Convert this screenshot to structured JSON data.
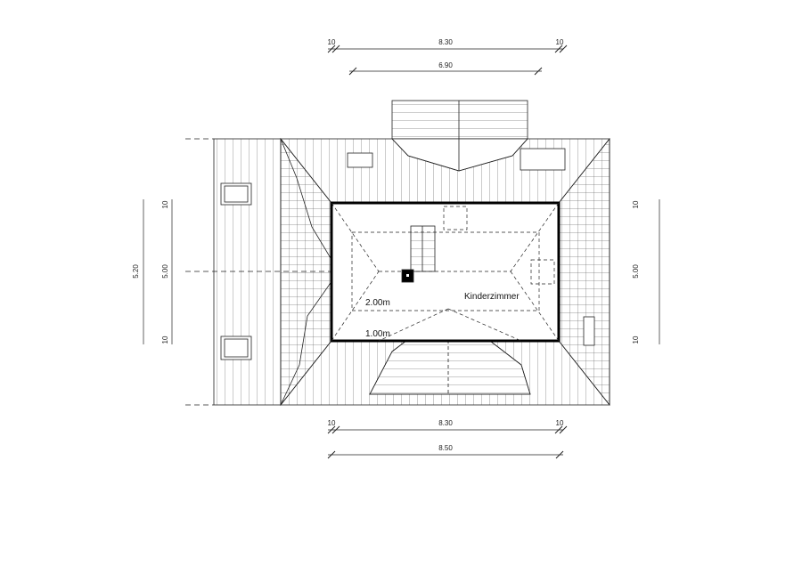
{
  "title": "Dachgeschoss Grundriss",
  "room": {
    "name": "Kinderzimmer",
    "height_high": "2.00m",
    "height_low": "1.00m"
  },
  "dimensions": {
    "top_row1": {
      "left": "10",
      "middle": "8.30",
      "right": "10"
    },
    "top_row2": "6.90",
    "bottom_row1": {
      "left": "10",
      "middle": "8.30",
      "right": "10"
    },
    "bottom_row2": "8.50",
    "left_outer": "5.20",
    "left_inner": {
      "top": "10",
      "middle": "5.00",
      "bottom": "10"
    },
    "right": {
      "top": "10",
      "middle": "5.00",
      "bottom": "10"
    }
  },
  "colors": {
    "line": "#222222",
    "background": "#ffffff"
  }
}
